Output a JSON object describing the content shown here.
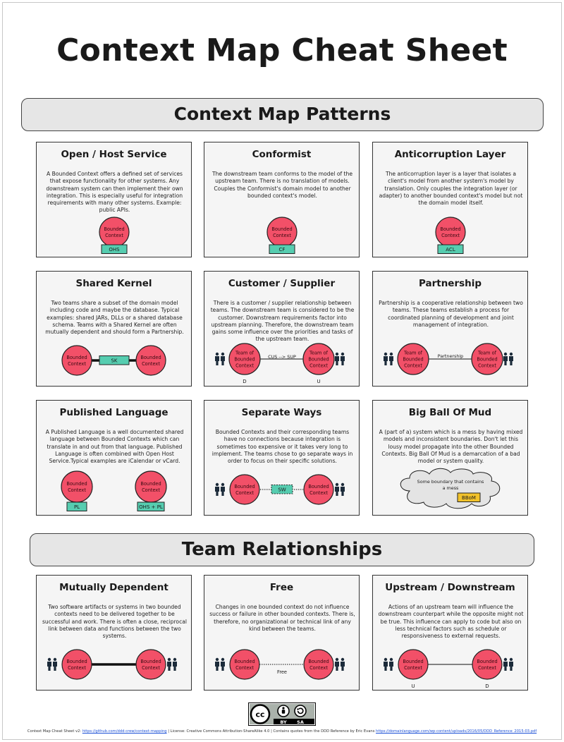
{
  "title": "Context Map Cheat Sheet",
  "sections": {
    "patterns": "Context Map Patterns",
    "relationships": "Team Relationships"
  },
  "colors": {
    "context_fill": "#f25068",
    "tag_fill": "#56cdb0",
    "bbom_fill": "#f2c22a",
    "card_bg": "#f5f5f5",
    "banner_bg": "#e6e6e6"
  },
  "node_label": [
    "Bounded",
    "Context"
  ],
  "team_node_label": [
    "Team of",
    "Bounded",
    "Context"
  ],
  "cards": {
    "ohs": {
      "title": "Open / Host Service",
      "desc": "A Bounded Context offers a defined set of services that expose functionality for other systems. Any downstream system can then implement their own integration. This is especially useful for integration requirements with many other systems. Example: public APIs.",
      "tag": "OHS"
    },
    "conformist": {
      "title": "Conformist",
      "desc": "The downstream team conforms to the model of the upstream team. There is no translation of models. Couples the Conformist's domain model to another bounded context's model.",
      "tag": "CF"
    },
    "acl": {
      "title": "Anticorruption Layer",
      "desc": "The anticorruption layer is a layer that isolates a client's model from another system's model by translation. Only couples the integration layer (or adapter) to another bounded context's model but not the domain model itself.",
      "tag": "ACL"
    },
    "sk": {
      "title": "Shared Kernel",
      "desc": "Two teams share a subset of the domain model including code and maybe the database. Typical examples: shared JARs, DLLs or a shared database schema. Teams with a Shared Kernel are often mutually dependent and should form a Partnership.",
      "tag": "SK"
    },
    "cs": {
      "title": "Customer / Supplier",
      "desc": "There is a customer / supplier relationship between teams. The downstream team is considered to be the customer. Downstream requirements factor into upstream planning. Therefore, the downstream team gains some influence over the priorities and tasks of the upstream team.",
      "link": "CUS  -->  SUP",
      "left_mark": "D",
      "right_mark": "U"
    },
    "partnership": {
      "title": "Partnership",
      "desc": "Partnership is a cooperative relationship between two teams. These teams establish a process for coordinated planning of development and joint management of integration.",
      "link": "Partnership"
    },
    "pl": {
      "title": "Published Language",
      "desc": "A Published Language is a well documented shared language between Bounded Contexts which can translate in and out from that language. Published Language is often combined with Open Host Service.Typical examples are iCalendar or vCard.",
      "tag_left": "PL",
      "tag_right": "OHS + PL"
    },
    "sw": {
      "title": "Separate Ways",
      "desc": "Bounded Contexts and their corresponding teams have no connections because integration is sometimes too expensive or it takes very long to implement. The teams chose to go separate ways in order to focus on their specific solutions.",
      "tag": "SW"
    },
    "bbom": {
      "title": "Big Ball Of Mud",
      "desc": "A (part of a) system which is a mess by having mixed models and inconsistent boundaries. Don't let this lousy model propagate into the other Bounded Contexts. Big Ball Of Mud is a demarcation of a bad model or system quality.",
      "cloud_text": "Some boundary that contains a mess",
      "tag": "BBoM"
    },
    "md": {
      "title": "Mutually Dependent",
      "desc": "Two software artifacts or systems in two bounded contexts need to be delivered together to be successful and work. There is often a close, reciprocal link between data and functions between the two systems."
    },
    "free": {
      "title": "Free",
      "desc": "Changes in one bounded context do not influence success or failure in other bounded contexts. There is, therefore, no organizational or technical link of any kind between the teams.",
      "link": "Free"
    },
    "ud": {
      "title": "Upstream / Downstream",
      "desc": "Actions of an upstream team will influence the downstream counterpart while the opposite might not be true.  This influence can apply to code but also on less technical factors such as schedule or responsiveness to external requests.",
      "left_mark": "U",
      "right_mark": "D"
    }
  },
  "license_badge": {
    "by": "BY",
    "sa": "SA"
  },
  "footer": {
    "prefix": "Context Map Cheat Sheet v2: ",
    "repo_link": "https://github.com/ddd-crew/context-mapping",
    "license": " | License: Creative Commons Attribution-ShareAlike 4.0  | Contains quotes from the DDD Reference by Eric Evans ",
    "ref_link": "https://domainlanguage.com/wp-content/uploads/2016/05/DDD_Reference_2015-03.pdf"
  }
}
